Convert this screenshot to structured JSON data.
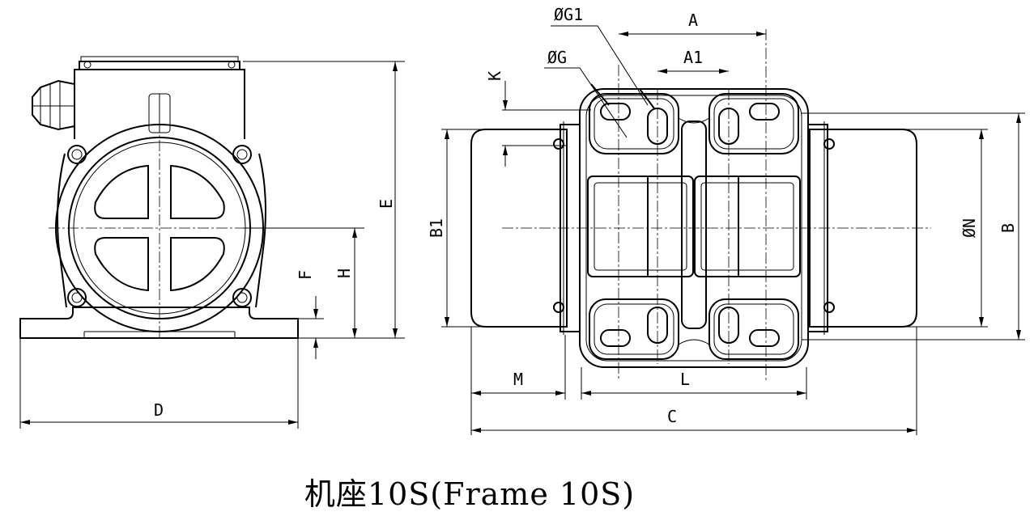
{
  "caption": "机座10S(Frame 10S)",
  "labels": {
    "D": "D",
    "E": "E",
    "F": "F",
    "H": "H",
    "K": "K",
    "G": "ØG",
    "G1": "ØG1",
    "A": "A",
    "A1": "A1",
    "B1": "B1",
    "N": "ØN",
    "B": "B",
    "M": "M",
    "L": "L",
    "C": "C"
  }
}
